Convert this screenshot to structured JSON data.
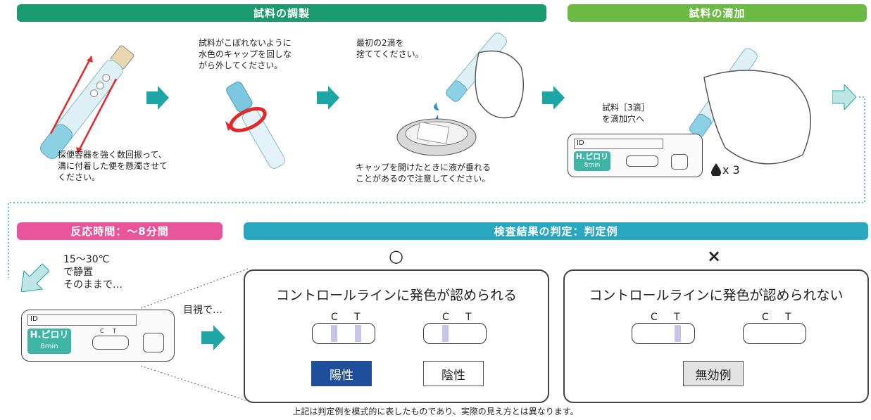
{
  "banners": {
    "prep": "試料の調製",
    "drop": "試料の滴加",
    "reaction": "反応時間：～8分間",
    "judge": "検査結果の判定：判定例"
  },
  "steps": {
    "shake": "採便容器を強く数回振って、\n溝に付着した便を懸濁させて\nください。",
    "cap": "試料がこぼれないように\n水色のキャップを回しな\nがら外してください。",
    "discard": "最初の2滴を\n捨ててください。",
    "caution": "キャップを開けたときに液が垂れる\nことがあるので注意してください。",
    "drop_label": "試料［3滴］\nを滴加穴へ",
    "drops_count": "x 3",
    "wait": "15～30℃\nで静置\nそのままで…",
    "visual": "目視で…"
  },
  "device": {
    "id_label": "ID",
    "brand": "H.ピロリ",
    "minutes": "8min",
    "c": "C",
    "t": "T"
  },
  "results": {
    "valid_symbol": "○",
    "invalid_symbol": "×",
    "valid_title": "コントロールラインに発色が認められる",
    "invalid_title": "コントロールラインに発色が認められない",
    "c": "C",
    "t": "T",
    "positive": "陽性",
    "negative": "陰性",
    "invalid": "無効例"
  },
  "footnote": "上記は判定例を模式的に表したものであり、実際の見え方とは異なります。",
  "colors": {
    "green_dark": "#1a9a6e",
    "green_light": "#6cb944",
    "pink": "#e8559a",
    "teal": "#2aa8c0",
    "arrow": "#1ca6a6",
    "positive_bg": "#1f4e9a",
    "invalid_bg": "#e3e3e3",
    "line": "#c6c6ea"
  }
}
